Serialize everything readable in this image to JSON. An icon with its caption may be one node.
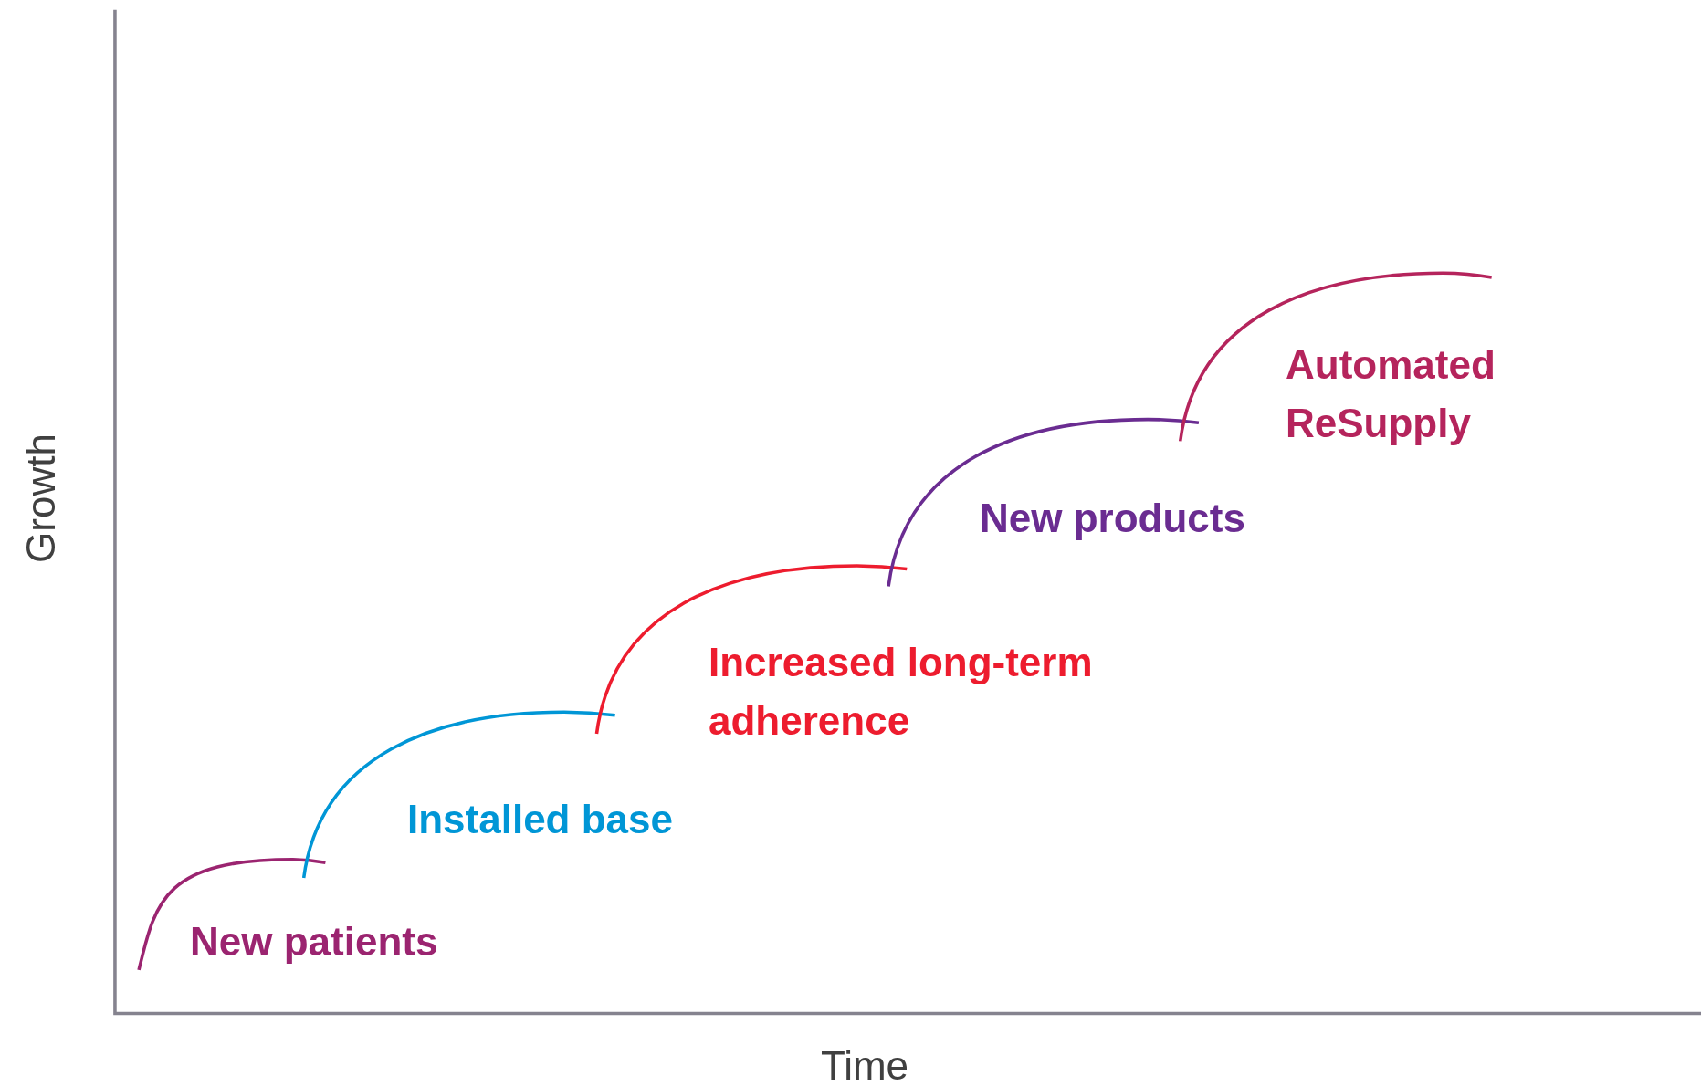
{
  "diagram": {
    "labels": [
      "Growth",
      "Time",
      "New patients",
      "Installed base",
      "Increased long-term adherence",
      "New products",
      "Automated ReSupply"
    ]
  }
}
